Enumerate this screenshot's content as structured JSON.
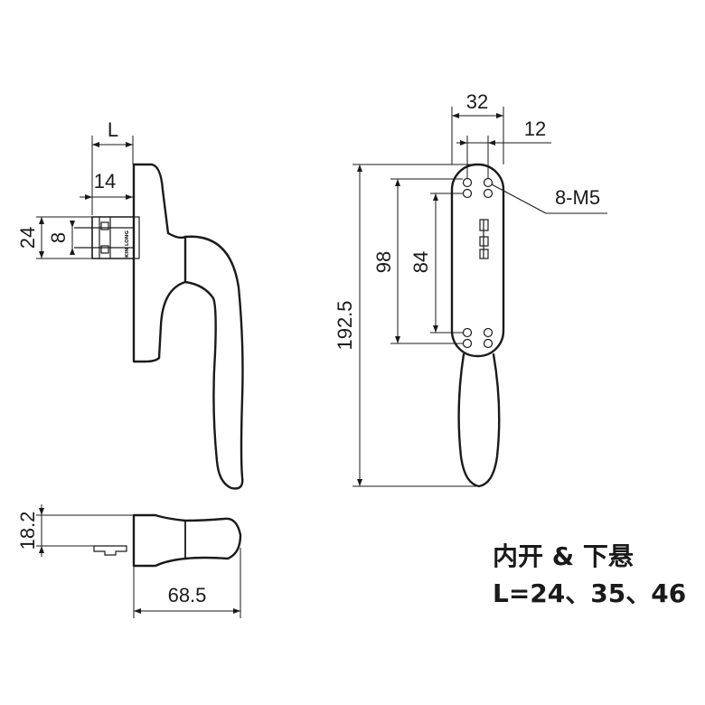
{
  "side_view": {
    "dim_L": "L",
    "dim_14": "14",
    "dim_24": "24",
    "dim_8": "8",
    "brand_mark": "KIN LONG"
  },
  "front_view": {
    "dim_32": "32",
    "dim_12": "12",
    "dim_98": "98",
    "dim_84": "84",
    "dim_192_5": "192.5",
    "callout_8_M5": "8-M5"
  },
  "bottom_view": {
    "dim_18_2": "18.2",
    "dim_68_5": "68.5"
  },
  "caption": {
    "line1": "内开 & 下悬",
    "line2": "L=24、35、46"
  }
}
